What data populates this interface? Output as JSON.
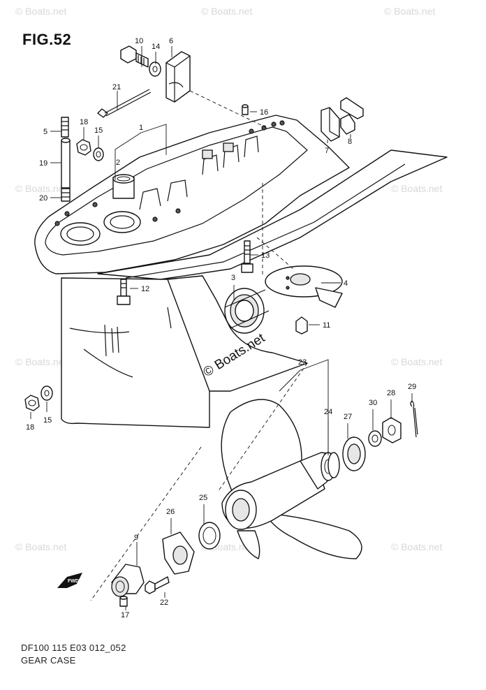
{
  "figure": {
    "title": "FIG.52",
    "code": "DF100 115 E03 012_052",
    "name": "GEAR CASE"
  },
  "watermarks": {
    "small": "© Boats.net",
    "center": "© Boats.net"
  },
  "fwd_marker": "FWD",
  "callouts": {
    "c1": "1",
    "c2": "2",
    "c3": "3",
    "c4": "4",
    "c5": "5",
    "c6": "6",
    "c7": "7",
    "c8": "8",
    "c9": "9",
    "c10": "10",
    "c11": "11",
    "c12": "12",
    "c13": "13",
    "c14": "14",
    "c15a": "15",
    "c15b": "15",
    "c16": "16",
    "c17": "17",
    "c18a": "18",
    "c18b": "18",
    "c19": "19",
    "c20": "20",
    "c21": "21",
    "c22": "22",
    "c23": "23",
    "c24": "24",
    "c25": "25",
    "c26": "26",
    "c27": "27",
    "c28": "28",
    "c29": "29",
    "c30": "30"
  }
}
